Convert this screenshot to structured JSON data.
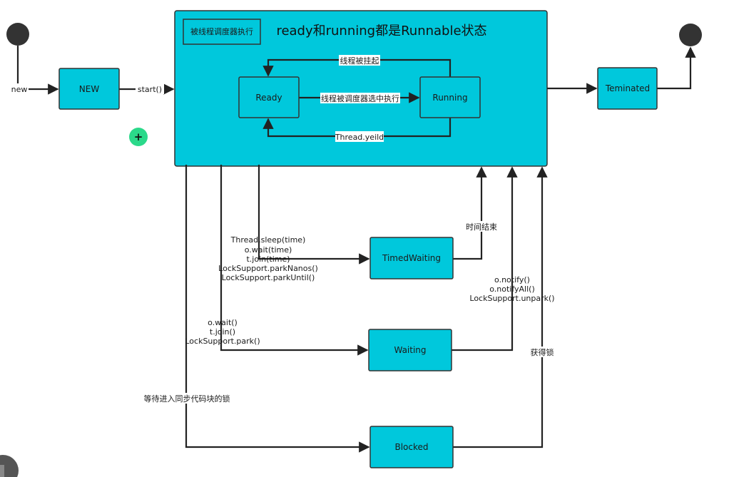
{
  "diagram": {
    "runnable_title": "ready和running都是Runnable状态",
    "scheduler_note": "被线程调度器执行",
    "states": {
      "new": "NEW",
      "ready": "Ready",
      "running": "Running",
      "terminated": "Teminated",
      "timed_waiting": "TimedWaiting",
      "waiting": "Waiting",
      "blocked": "Blocked"
    },
    "edges": {
      "new": "new",
      "start": "start()",
      "suspended": "线程被挂起",
      "scheduled": "线程被调度器选中执行",
      "yield": "Thread.yeild",
      "timeout": "时间结束",
      "timed_wait_calls": [
        "Thread.sleep(time)",
        "o.wait(time)",
        "t.join(time)",
        "LockSupport.parkNanos()",
        "LockSupport.parkUntil()"
      ],
      "wait_calls": [
        "o.wait()",
        "t.join()",
        "LockSupport.park()"
      ],
      "notify_calls": [
        "o.notify()",
        "o.notifyAll()",
        "LockSupport.unpark()"
      ],
      "acquire_lock": "获得锁",
      "wait_lock": "等待进入同步代码块的锁"
    },
    "colors": {
      "state_fill": "#00c8dc",
      "runnable_fill": "#00c8dc",
      "line": "#222222",
      "node": "#333333",
      "add_button": "#2bd98a"
    }
  }
}
